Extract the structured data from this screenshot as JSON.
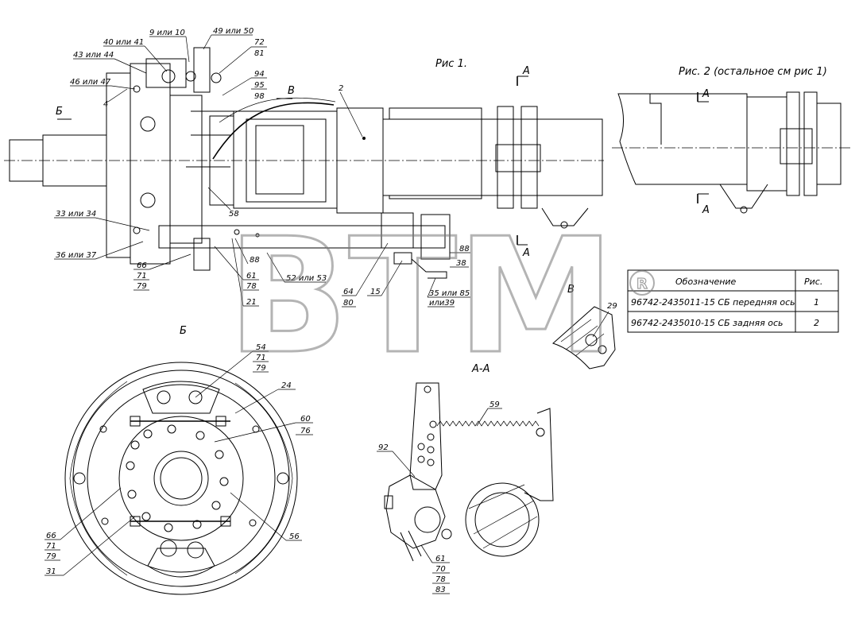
{
  "figure1_title": "Рис 1.",
  "figure2_title": "Рис. 2 (остальное см рис 1)",
  "view_b_title": "Б",
  "view_v_title": "В",
  "section_aa_title": "А-А",
  "watermark": "ВТМ",
  "section_marks": {
    "a": "А",
    "b": "Б",
    "v": "В"
  },
  "callouts_fig1": {
    "c_9_10": "9 или 10",
    "c_40_41": "40 или 41",
    "c_43_44": "43 или 44",
    "c_46_47": "46 или 47",
    "c_4": "4",
    "c_49_50": "49 или 50",
    "c_72": "72",
    "c_81": "81",
    "c_94": "94",
    "c_95": "95",
    "c_98": "98",
    "c_2": "2",
    "c_33_34": "33 или 34",
    "c_36_37": "36 или 37",
    "c_66": "66",
    "c_71": "71",
    "c_79": "79",
    "c_58": "58",
    "c_88": "88",
    "c_61": "61",
    "c_78": "78",
    "c_21": "21",
    "c_52_53": "52 или 53",
    "c_64": "64",
    "c_80": "80",
    "c_15": "15",
    "c_88b": "88",
    "c_38": "38",
    "c_35_85": "35 или 85",
    "c_39": "или39",
    "c_29": "29"
  },
  "callouts_b": {
    "c_54": "54",
    "c_71": "71",
    "c_79": "79",
    "c_24": "24",
    "c_60": "60",
    "c_76": "76",
    "c_56": "56",
    "c_66": "66",
    "c_71b": "71",
    "c_79b": "79",
    "c_31": "31"
  },
  "callouts_aa": {
    "c_59": "59",
    "c_92": "92",
    "c_61": "61",
    "c_70": "70",
    "c_78": "78",
    "c_83": "83"
  },
  "table": {
    "header": [
      "Обозначение",
      "Рис."
    ],
    "rows": [
      {
        "designation": "96742-2435011-15 СБ передняя ось",
        "fig": "1"
      },
      {
        "designation": "96742-2435010-15 СБ задняя ось",
        "fig": "2"
      }
    ]
  }
}
